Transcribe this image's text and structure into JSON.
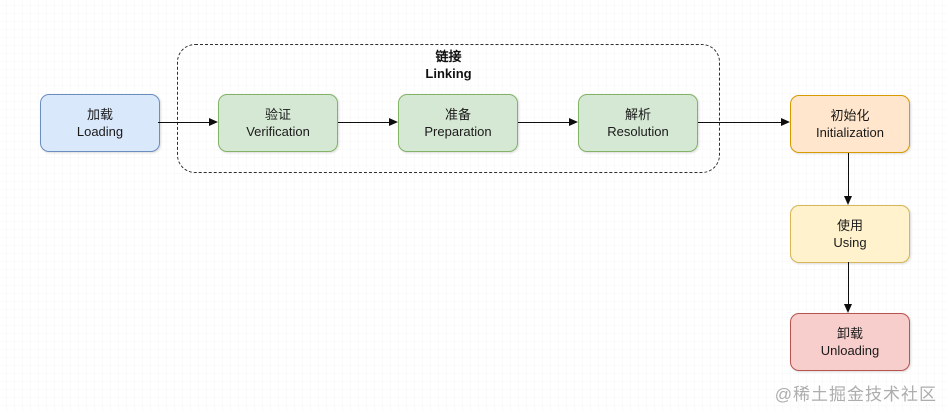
{
  "diagram": {
    "linking_group": {
      "label_zh": "链接",
      "label_en": "Linking"
    },
    "nodes": [
      {
        "id": "loading",
        "zh": "加载",
        "en": "Loading",
        "fill": "#dae8fc",
        "stroke": "#6c8ebf"
      },
      {
        "id": "verification",
        "zh": "验证",
        "en": "Verification",
        "fill": "#d5e8d4",
        "stroke": "#82b366"
      },
      {
        "id": "preparation",
        "zh": "准备",
        "en": "Preparation",
        "fill": "#d5e8d4",
        "stroke": "#82b366"
      },
      {
        "id": "resolution",
        "zh": "解析",
        "en": "Resolution",
        "fill": "#d5e8d4",
        "stroke": "#82b366"
      },
      {
        "id": "initialization",
        "zh": "初始化",
        "en": "Initialization",
        "fill": "#ffe6cc",
        "stroke": "#d79b00"
      },
      {
        "id": "using",
        "zh": "使用",
        "en": "Using",
        "fill": "#fff2cc",
        "stroke": "#d6b656"
      },
      {
        "id": "unloading",
        "zh": "卸载",
        "en": "Unloading",
        "fill": "#f8cecc",
        "stroke": "#b85450"
      }
    ],
    "edges": [
      {
        "from": "loading",
        "to": "verification"
      },
      {
        "from": "verification",
        "to": "preparation"
      },
      {
        "from": "preparation",
        "to": "resolution"
      },
      {
        "from": "resolution",
        "to": "initialization"
      },
      {
        "from": "initialization",
        "to": "using"
      },
      {
        "from": "using",
        "to": "unloading"
      }
    ],
    "watermark": "@稀土掘金技术社区"
  }
}
